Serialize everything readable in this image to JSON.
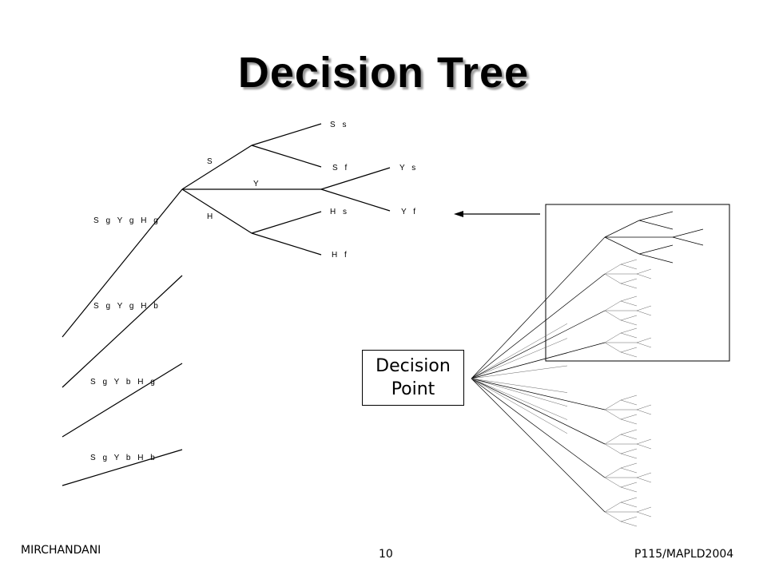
{
  "slide": {
    "title": "Decision Tree",
    "footer": {
      "left": "MIRCHANDANI",
      "center": "10",
      "right": "P115/MAPLD2004"
    }
  },
  "left_tree": {
    "root_branches": [
      "S g Y g H g",
      "S g Y g H b",
      "S g Y b H g",
      "S g Y b H b"
    ],
    "level1": [
      "S",
      "Y",
      "H"
    ],
    "leaves": [
      "S s",
      "S f",
      "H s",
      "H f"
    ],
    "y_leaves": [
      "Y s",
      "Y f"
    ]
  },
  "callout": {
    "label_line1": "Decision",
    "label_line2": "Point"
  },
  "colors": {
    "line": "#000000",
    "background": "#ffffff",
    "title_shadow": "#9a9a9a"
  }
}
